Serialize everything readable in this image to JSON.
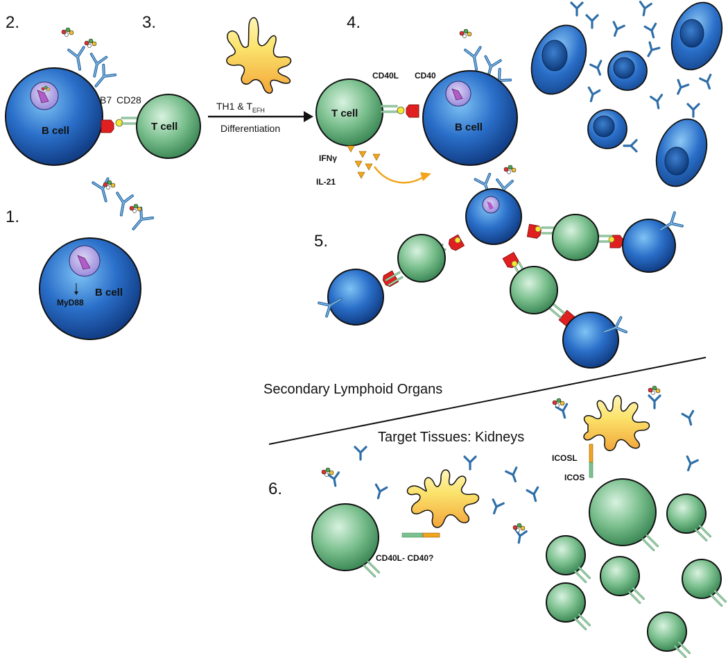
{
  "steps": {
    "s1": "1.",
    "s2": "2.",
    "s3": "3.",
    "s4": "4.",
    "s5": "5.",
    "s6": "6."
  },
  "cells": {
    "b_cell": "B cell",
    "t_cell": "T cell"
  },
  "molecules": {
    "b7": "B7",
    "cd28": "CD28",
    "cd40l": "CD40L",
    "cd40": "CD40",
    "myd88": "MyD88",
    "ifng": "IFNγ",
    "il21": "IL-21",
    "icosl": "ICOSL",
    "icos": "ICOS",
    "cd40l_cd40": "CD40L- CD40?"
  },
  "arrow": {
    "line1_main": "TH1 & T",
    "line1_sub": "EFH",
    "line2": "Differentiation"
  },
  "regions": {
    "upper": "Secondary Lymphoid Organs",
    "lower": "Target Tissues: Kidneys"
  },
  "colors": {
    "b_cell": "#2a6fc9",
    "t_cell": "#7cc08f",
    "dendritic": "#f4c84a",
    "receptor_red": "#e02020",
    "antibody": "#3a78b0",
    "cytokine": "#f2a51c"
  }
}
